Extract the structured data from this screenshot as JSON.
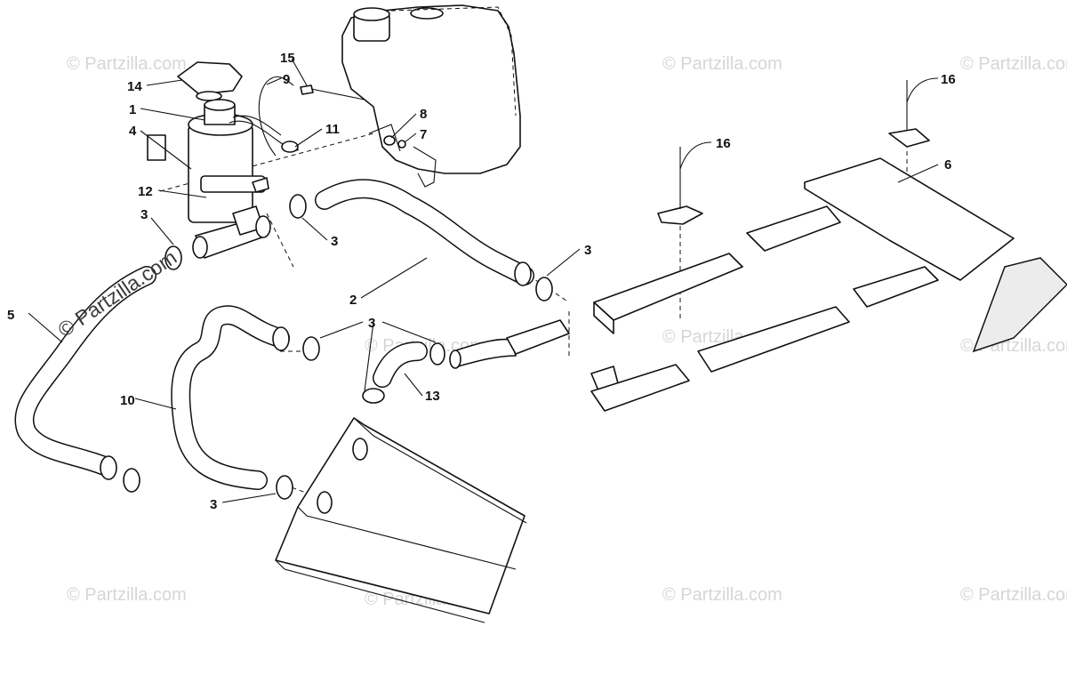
{
  "watermark": {
    "brand_text": "Partzilla.com",
    "repeat_text": "© Partzilla.com"
  },
  "callouts": {
    "c1": "1",
    "c2": "2",
    "c3a": "3",
    "c3b": "3",
    "c3c": "3",
    "c3d": "3",
    "c3e": "3",
    "c4": "4",
    "c5": "5",
    "c6": "6",
    "c7": "7",
    "c8": "8",
    "c9": "9",
    "c10": "10",
    "c11": "11",
    "c12": "12",
    "c13": "13",
    "c14": "14",
    "c15": "15",
    "c16a": "16",
    "c16b": "16"
  }
}
